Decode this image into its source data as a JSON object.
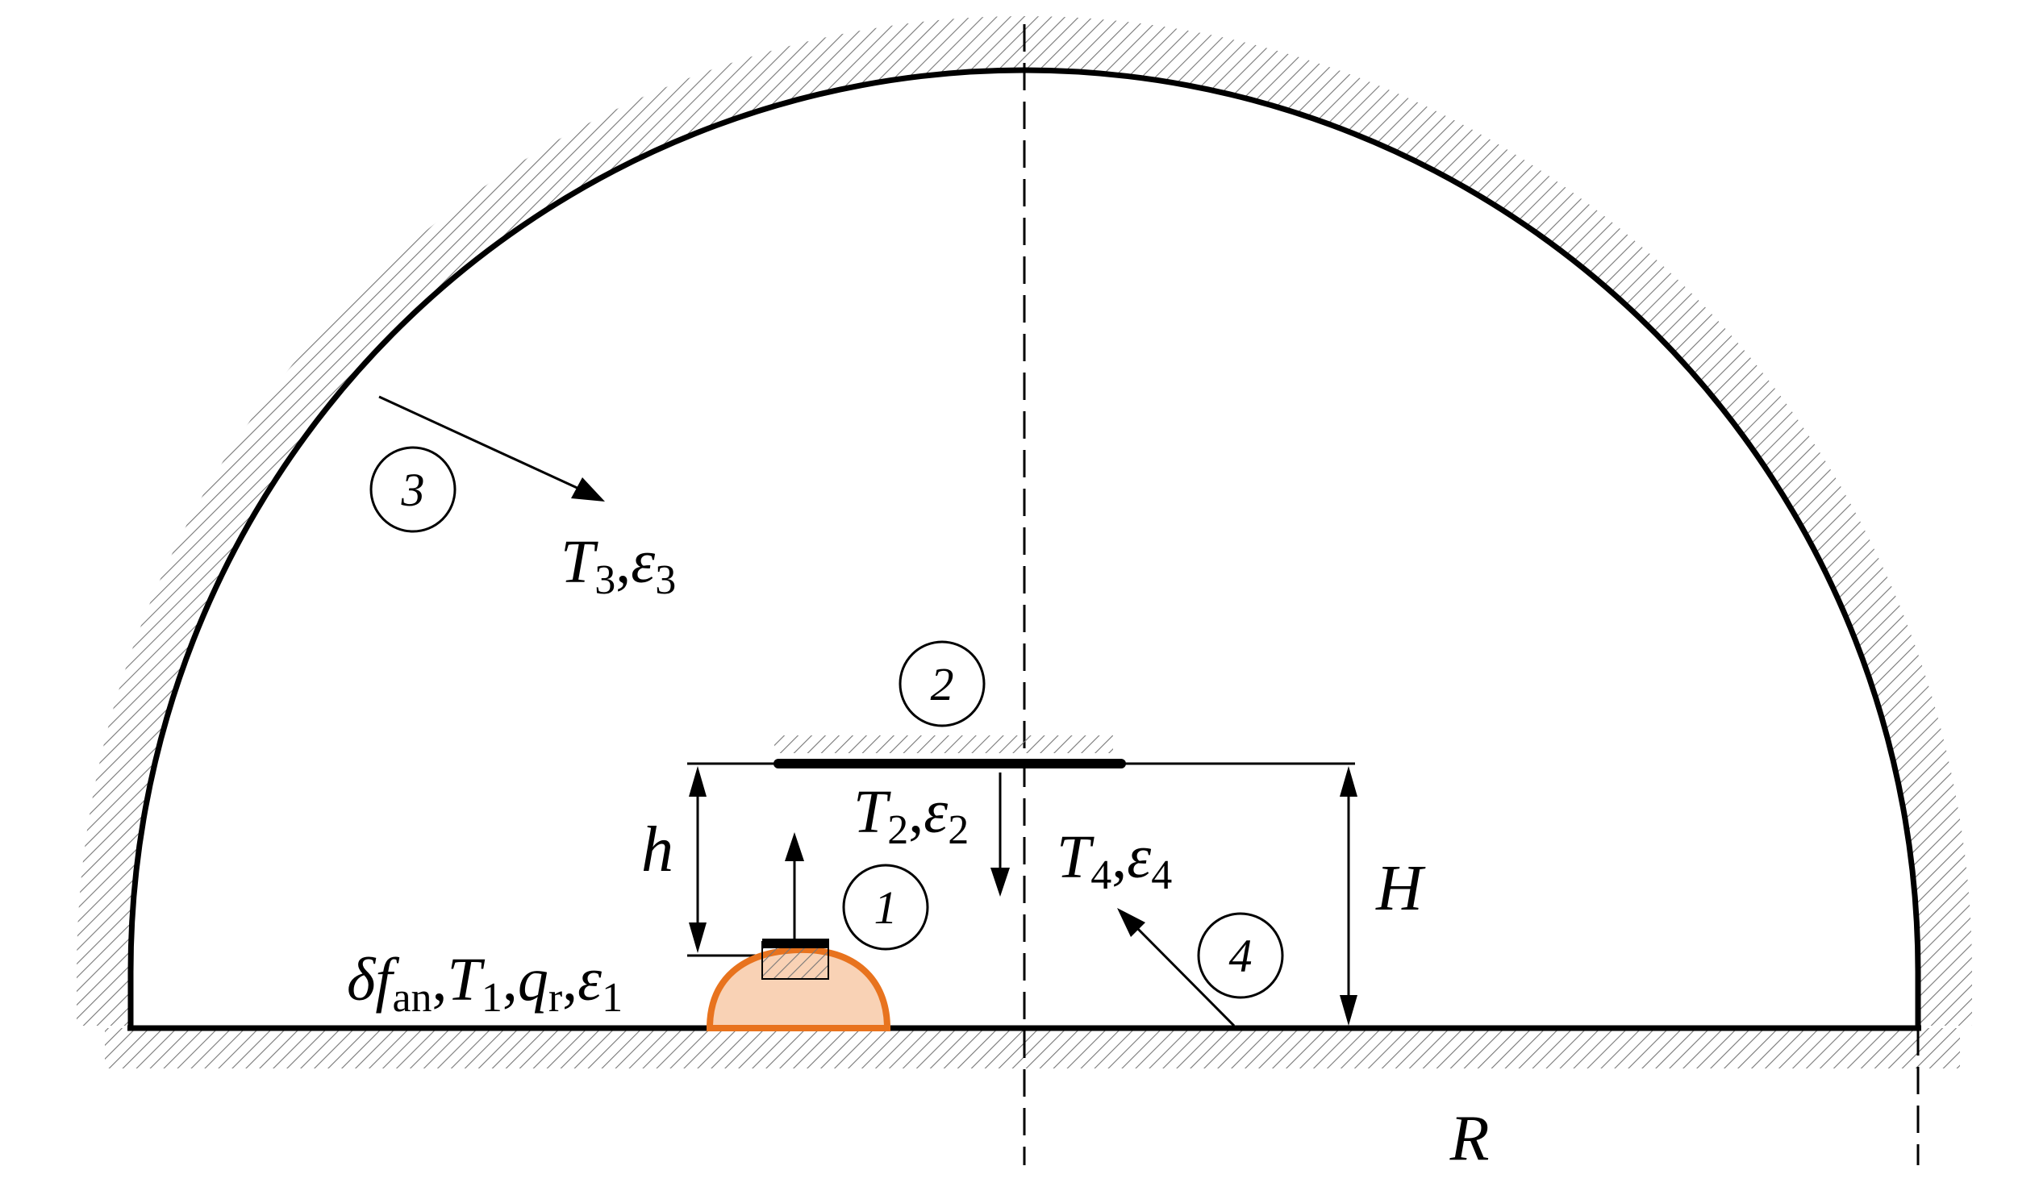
{
  "diagram": {
    "surfaces": [
      {
        "id": "1",
        "label": "1",
        "temp": "T",
        "temp_sub": "1",
        "emis": "ε",
        "emis_sub": "1"
      },
      {
        "id": "2",
        "label": "2",
        "temp": "T",
        "temp_sub": "2",
        "emis": "ε",
        "emis_sub": "2"
      },
      {
        "id": "3",
        "label": "3",
        "temp": "T",
        "temp_sub": "3",
        "emis": "ε",
        "emis_sub": "3"
      },
      {
        "id": "4",
        "label": "4",
        "temp": "T",
        "temp_sub": "4",
        "emis": "ε",
        "emis_sub": "4"
      }
    ],
    "sample_label": {
      "delta": "δ",
      "f": "f",
      "f_sub": "an",
      "t": "T",
      "t_sub": "1",
      "q": "q",
      "q_sub": "r",
      "e": "ε",
      "e_sub": "1",
      "comma": ","
    },
    "dimensions": {
      "h": "h",
      "H": "H",
      "R": "R"
    },
    "colors": {
      "sample_fill": "#f9d2b5",
      "sample_stroke": "#e8731e",
      "line": "#000000",
      "hatch": "#777777"
    }
  }
}
